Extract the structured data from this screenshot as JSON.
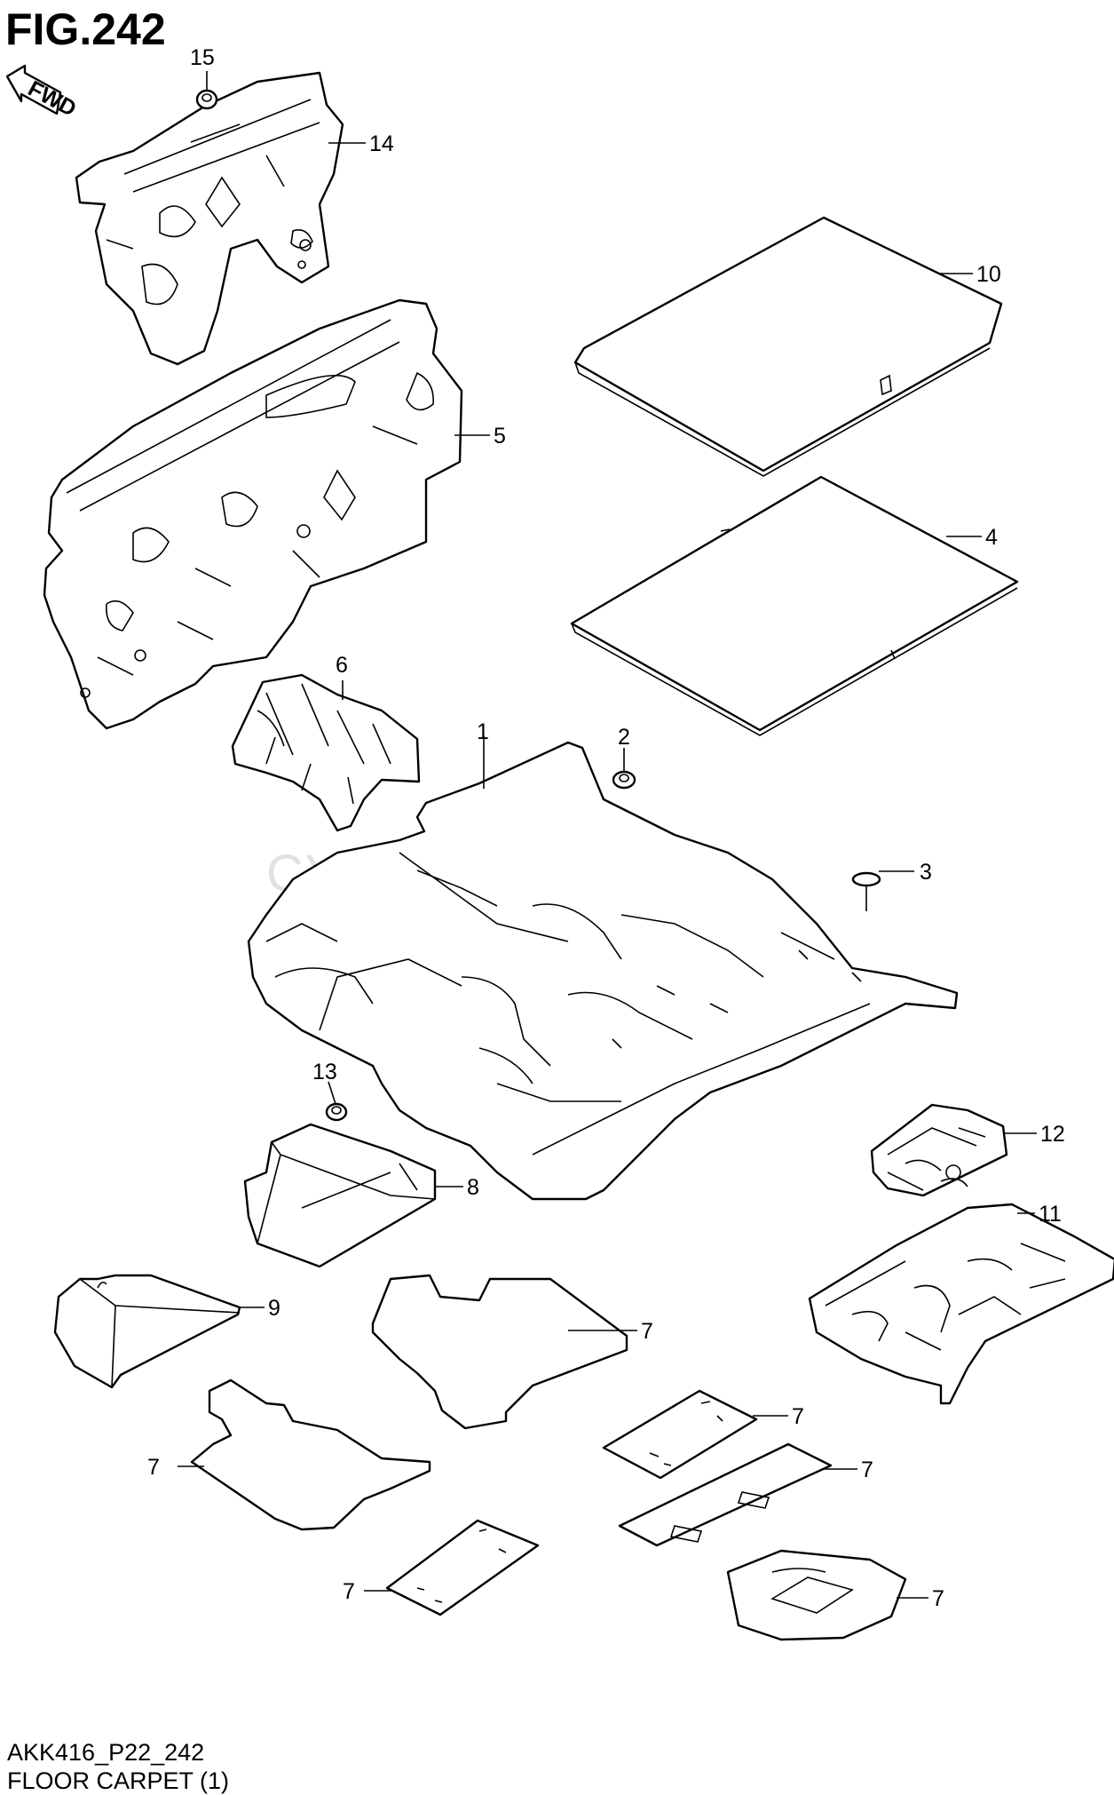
{
  "figure": {
    "title": "FIG.242",
    "code": "AKK416_P22_242",
    "caption": "FLOOR CARPET (1)",
    "fwd_label": "FWD",
    "watermark": "СУЗУКИШОП.РФ"
  },
  "callouts": [
    {
      "id": "c15",
      "label": "15"
    },
    {
      "id": "c14",
      "label": "14"
    },
    {
      "id": "c10",
      "label": "10"
    },
    {
      "id": "c5",
      "label": "5"
    },
    {
      "id": "c4",
      "label": "4"
    },
    {
      "id": "c6",
      "label": "6"
    },
    {
      "id": "c1",
      "label": "1"
    },
    {
      "id": "c2",
      "label": "2"
    },
    {
      "id": "c3",
      "label": "3"
    },
    {
      "id": "c13",
      "label": "13"
    },
    {
      "id": "c12",
      "label": "12"
    },
    {
      "id": "c8",
      "label": "8"
    },
    {
      "id": "c11",
      "label": "11"
    },
    {
      "id": "c9",
      "label": "9"
    },
    {
      "id": "c7a",
      "label": "7"
    },
    {
      "id": "c7b",
      "label": "7"
    },
    {
      "id": "c7c",
      "label": "7"
    },
    {
      "id": "c7d",
      "label": "7"
    },
    {
      "id": "c7e",
      "label": "7"
    },
    {
      "id": "c7f",
      "label": "7"
    }
  ]
}
